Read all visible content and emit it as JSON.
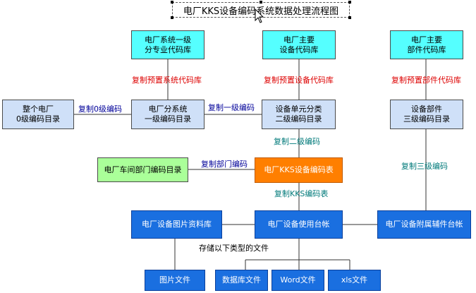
{
  "title": "电厂KKS设备编码系统数据处理流程图",
  "boxes": {
    "system_spec_lib": "电厂系统一级\n分专业代码库",
    "main_equip_lib": "电厂主要\n设备代码库",
    "main_part_lib": "电厂主要\n部件代码库",
    "plant_level0": "整个电厂\n0级编码目录",
    "plant_system_level1": "电厂分系统\n一级编码目录",
    "equip_unit_level2": "设备单元分类\n二级编码目录",
    "equip_part_level3": "设备部件\n三级编码目录",
    "workshop_dept": "电厂车间部门编码目录",
    "kks_table": "电厂KKS设备编码表",
    "equip_picture_lib": "电厂设备图片资料库",
    "equip_usage_ledger": "电厂设备使用台帐",
    "equip_accessory_ledger": "电厂设备附属辅件台帐",
    "picture_file": "图片文件",
    "database_file": "数据库文件",
    "word_file": "Word文件",
    "xls_file": "xls文件"
  },
  "labels": {
    "copy_preset_system": "复制预置系统代码库",
    "copy_preset_equip": "复制预置设备代码库",
    "copy_preset_part": "复制预置部件代码库",
    "copy_level0": "复制0级编码",
    "copy_level1": "复制一级编码",
    "copy_level2": "复制二级编码",
    "copy_level3": "复制三级编码",
    "copy_dept": "复制部门编码",
    "copy_kks": "复制KKS编码表",
    "store_types": "存储以下类型的文件"
  },
  "colors": {
    "code_library": "#55ffff",
    "directory": "#cfe0f8",
    "department": "#aaff99",
    "kks_table": "#ff7f00",
    "ledger_and_files": "#1a6fe0",
    "label_red": "#dd0000",
    "label_navy": "#000099",
    "label_teal": "#007a7a"
  }
}
